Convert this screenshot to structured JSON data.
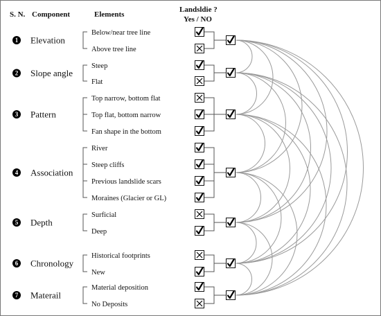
{
  "headers": {
    "sn": "S. N.",
    "component": "Component",
    "elements": "Elements",
    "landslide": "Landsldie ?",
    "yesno": "Yes / NO"
  },
  "components": [
    {
      "sn": "1",
      "name": "Elevation",
      "result": "yes",
      "elements": [
        {
          "label": "Below/near tree line",
          "mark": "yes"
        },
        {
          "label": "Above tree line",
          "mark": "no"
        }
      ]
    },
    {
      "sn": "2",
      "name": "Slope angle",
      "result": "yes",
      "elements": [
        {
          "label": "Steep",
          "mark": "yes"
        },
        {
          "label": "Flat",
          "mark": "no"
        }
      ]
    },
    {
      "sn": "3",
      "name": "Pattern",
      "result": "yes",
      "elements": [
        {
          "label": "Top narrow, bottom flat",
          "mark": "no"
        },
        {
          "label": "Top flat, bottom narrow",
          "mark": "yes"
        },
        {
          "label": "Fan shape in the bottom",
          "mark": "yes"
        }
      ]
    },
    {
      "sn": "4",
      "name": "Association",
      "result": "yes",
      "elements": [
        {
          "label": "River",
          "mark": "yes"
        },
        {
          "label": "Steep cliffs",
          "mark": "yes"
        },
        {
          "label": "Previous landslide scars",
          "mark": "yes"
        },
        {
          "label": "Moraines (Glacier or GL)",
          "mark": "yes"
        }
      ]
    },
    {
      "sn": "5",
      "name": "Depth",
      "result": "yes",
      "elements": [
        {
          "label": "Surficial",
          "mark": "no"
        },
        {
          "label": "Deep",
          "mark": "yes"
        }
      ]
    },
    {
      "sn": "6",
      "name": "Chronology",
      "result": "yes",
      "elements": [
        {
          "label": "Historical footprints",
          "mark": "no"
        },
        {
          "label": "New",
          "mark": "yes"
        }
      ]
    },
    {
      "sn": "7",
      "name": "Materail",
      "result": "yes",
      "elements": [
        {
          "label": "Material deposition",
          "mark": "yes"
        },
        {
          "label": "No Deposits",
          "mark": "no"
        }
      ]
    }
  ],
  "connections": "all-pairs",
  "colors": {
    "line": "#555555",
    "arc": "#9a9a9a",
    "bullet": "#000000",
    "text": "#111111"
  }
}
